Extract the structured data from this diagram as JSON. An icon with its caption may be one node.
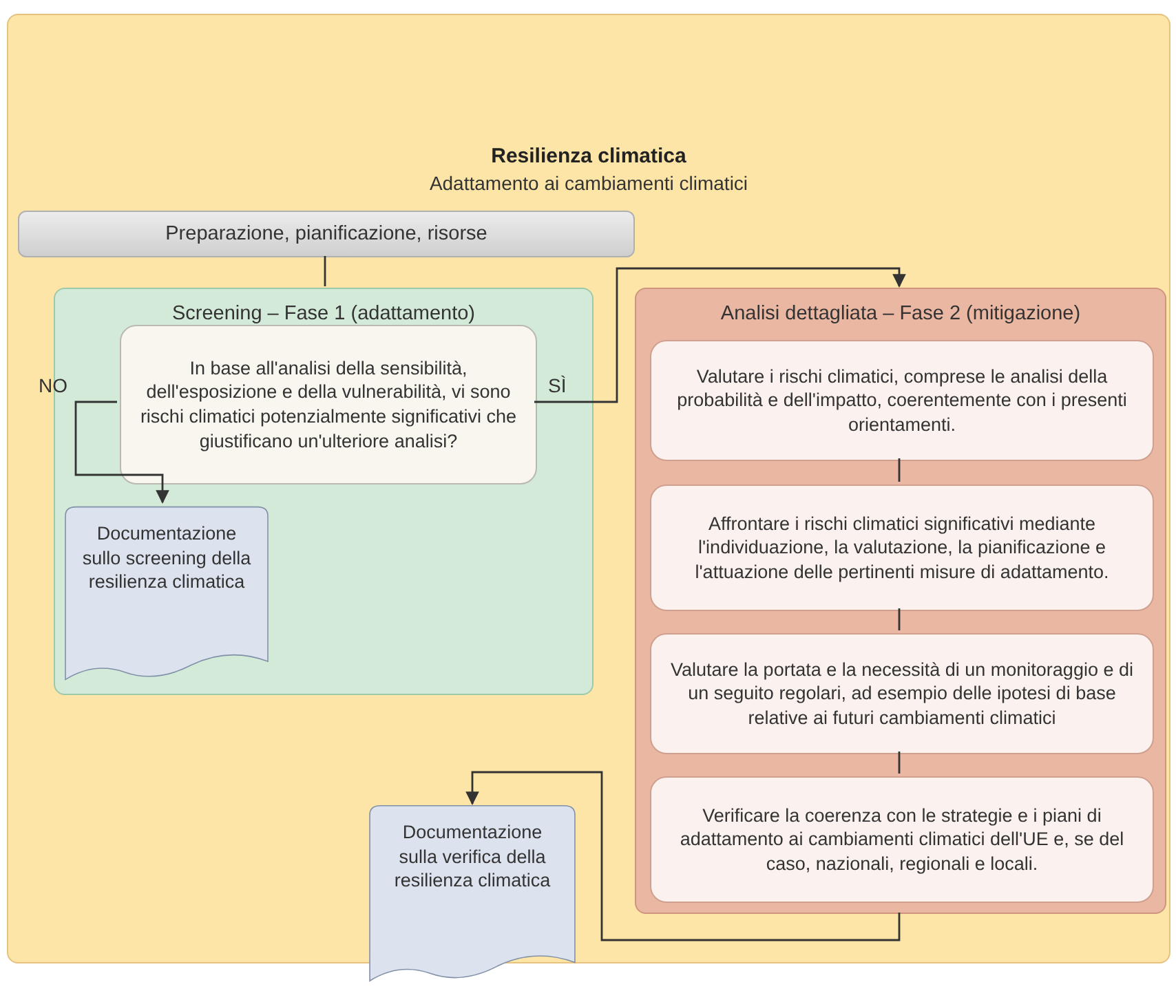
{
  "diagram": {
    "title": "Resilienza climatica",
    "nodes": [
      {
        "text": [
          "Adattamento ai cambiamenti climatici"
        ]
      },
      {
        "text": [
          "Preparazione, pianificazione, risorse"
        ],
        "in": 0
      },
      {
        "text": [
          "Screening – Fase 1 (adattamento)"
        ],
        "in": 0
      },
      {
        "text": [
          "In base all'analisi della sensibilità, dell'esposizione e della vulnerabilità, vi sono rischi climatici potenzialmente significativi che giustificano un'ulteriore analisi?"
        ],
        "in": 2
      },
      {
        "text": [
          "Documentazione sullo screening della resilienza climatica"
        ],
        "in": 2
      },
      {
        "text": [
          "Analisi dettagliata – Fase 2 (mitigazione)"
        ],
        "in": 0
      },
      {
        "text": [
          "Valutare i rischi climatici, comprese le analisi della probabilità e dell'impatto, coerentemente con i presenti orientamenti."
        ],
        "in": 5
      },
      {
        "text": [
          "Affrontare i rischi climatici significativi mediante l'individuazione, la valutazione, la pianificazione e l'attuazione delle pertinenti misure di adattamento."
        ],
        "in": 5
      },
      {
        "text": [
          "Valutare la portata e la necessità di un monitoraggio e di un seguito regolari, ad esempio delle ipotesi di base relative ai futuri cambiamenti climatici"
        ],
        "in": 5
      },
      {
        "text": [
          "Verificare la coerenza con le strategie e i piani di adattamento ai cambiamenti climatici dell'UE e, se del caso, nazionali, regionali e locali."
        ],
        "in": 5
      },
      {
        "text": [
          "Documentazione sulla verifica della resilienza climatica"
        ]
      }
    ],
    "edges": [
      {
        "from": 1,
        "to": 2,
        "arrow": "none"
      },
      {
        "from": 3,
        "to": 4,
        "arrow": "to",
        "label": "NO"
      },
      {
        "from": 3,
        "to": 5,
        "arrow": "to",
        "label": "SÌ"
      },
      {
        "from": 6,
        "to": 7,
        "arrow": "none"
      },
      {
        "from": 7,
        "to": 8,
        "arrow": "none"
      },
      {
        "from": 8,
        "to": 9,
        "arrow": "none"
      },
      {
        "from": 5,
        "to": 10,
        "arrow": "to"
      }
    ]
  }
}
